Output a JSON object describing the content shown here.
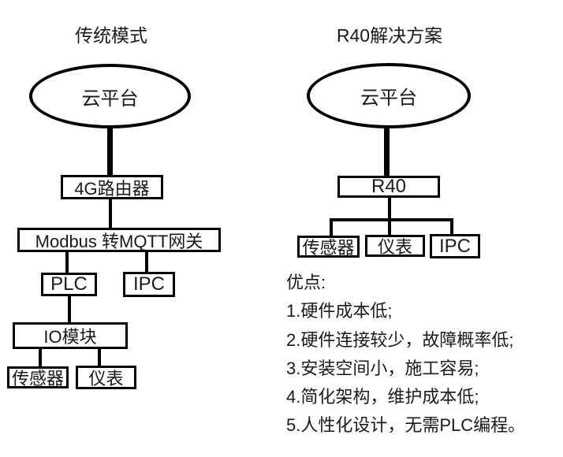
{
  "colors": {
    "stroke": "#000000",
    "background": "#ffffff",
    "text": "#1a1a1a"
  },
  "left": {
    "title": "传统模式",
    "cloud": "云平台",
    "router": "4G路由器",
    "gateway": "Modbus 转MQTT网关",
    "plc": "PLC",
    "ipc": "IPC",
    "io_module": "IO模块",
    "sensor": "传感器",
    "meter": "仪表"
  },
  "right": {
    "title": "R40解决方案",
    "cloud": "云平台",
    "r40": "R40",
    "sensor": "传感器",
    "meter": "仪表",
    "ipc": "IPC",
    "advantages": {
      "heading": "优点:",
      "items": [
        "1.硬件成本低;",
        "2.硬件连接较少，故障概率低;",
        "3.安装空间小，施工容易;",
        "4.简化架构，维护成本低;",
        "5.人性化设计，无需PLC编程。"
      ]
    }
  }
}
